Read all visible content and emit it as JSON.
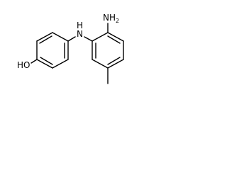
{
  "molecule": {
    "atoms": {
      "amine_n": "N",
      "amine_h": "H",
      "amine_sub": "2",
      "bridge_nh": "H",
      "bridge_n": "N",
      "hydroxyl": "HO"
    }
  }
}
